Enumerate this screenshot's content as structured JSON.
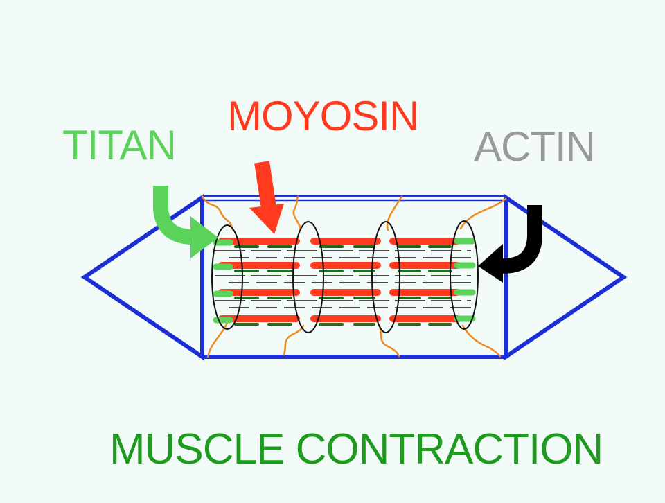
{
  "labels": {
    "titan": "TITAN",
    "moyosin": "MOYOSIN",
    "actin": "ACTIN"
  },
  "title": "MUSCLE CONTRACTION",
  "colors": {
    "background": "#f2fbf8",
    "titan": "#5bd35b",
    "myosin": "#ff3a1e",
    "actin": "#9a9a9a",
    "title": "#1e9a1e",
    "frame": "#1a2fd6",
    "connector": "#f08a1e",
    "dark_green": "#1f6b1f"
  },
  "icons": [
    "titan-arrow-icon",
    "myosin-arrow-icon",
    "actin-arrow-icon"
  ]
}
